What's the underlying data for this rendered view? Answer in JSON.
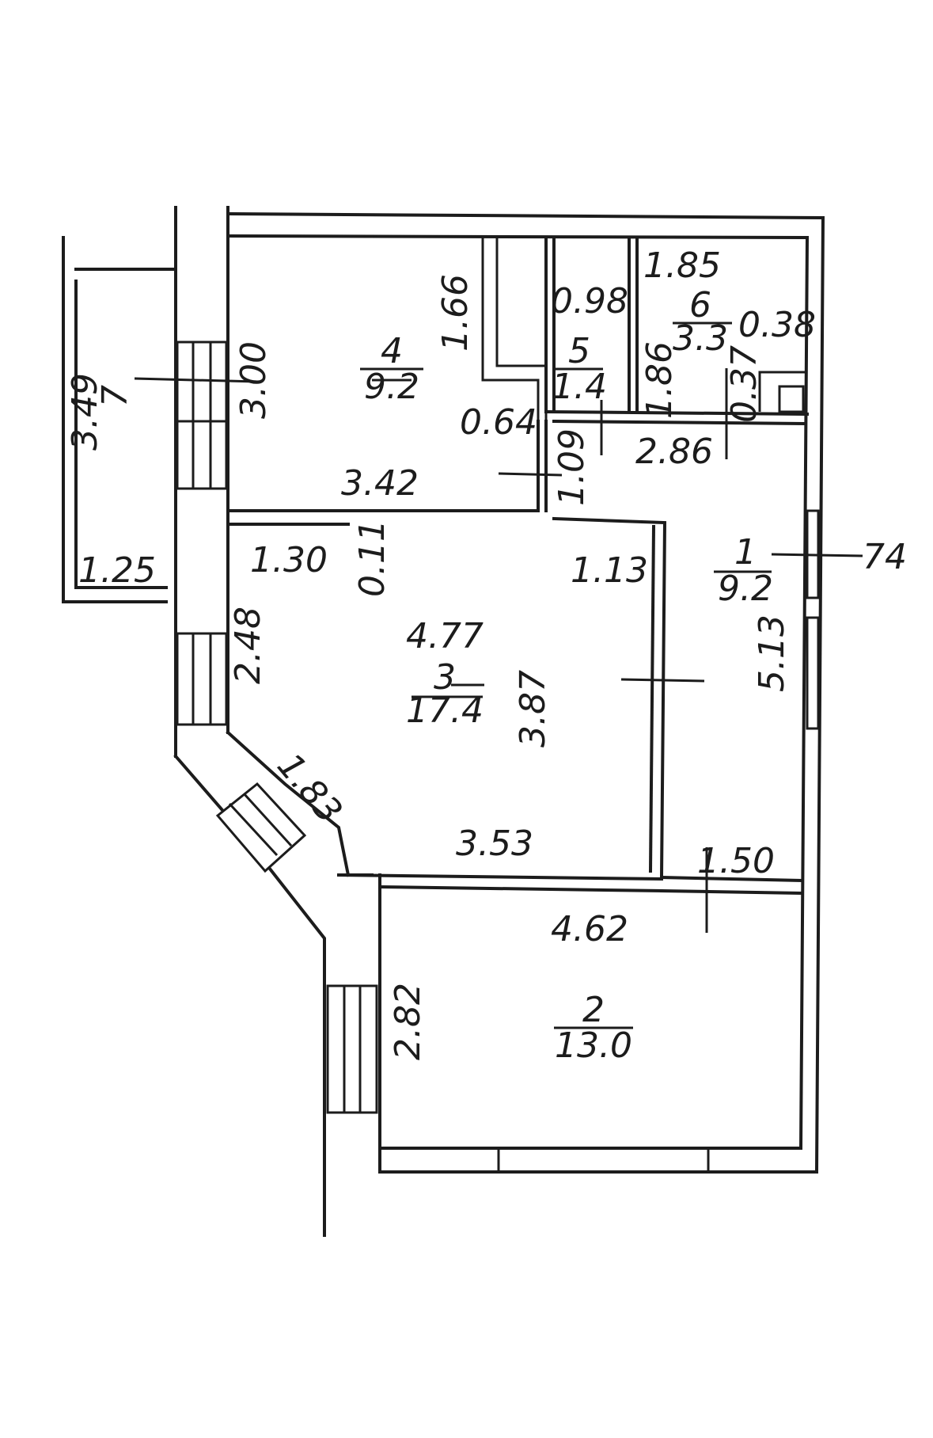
{
  "rooms": [
    {
      "number": "1",
      "area": "9.2"
    },
    {
      "number": "2",
      "area": "13.0"
    },
    {
      "number": "3",
      "area": "17.4"
    },
    {
      "number": "4",
      "area": "9.2"
    },
    {
      "number": "5",
      "area": "1.4"
    },
    {
      "number": "6",
      "area": "3.3"
    },
    {
      "number": "7"
    }
  ],
  "dimensions": {
    "balcony_length": "3.49",
    "balcony_width": "1.25",
    "room4_height": "3.00",
    "room4_closet_depth": "1.66",
    "room4_niche": "0.64",
    "room4_width": "3.42",
    "room5_width": "0.98",
    "room6_width": "1.85",
    "room6_side": "0.38",
    "room6_height": "1.86",
    "room6_shaft": "0.37",
    "hall_width": "2.86",
    "hall_doorway": "1.09",
    "wall_offset": "0.11",
    "room3_left_segment": "1.30",
    "room3_right_segment": "1.13",
    "room3_top_width": "4.77",
    "room3_left_height": "2.48",
    "room3_height": "3.87",
    "room3_bay_side": "1.83",
    "room3_bottom_width": "3.53",
    "hall_length": "5.13",
    "hall_bottom": "1.50",
    "room2_width": "4.62",
    "room2_height": "2.82",
    "entrance_marker": "74"
  }
}
